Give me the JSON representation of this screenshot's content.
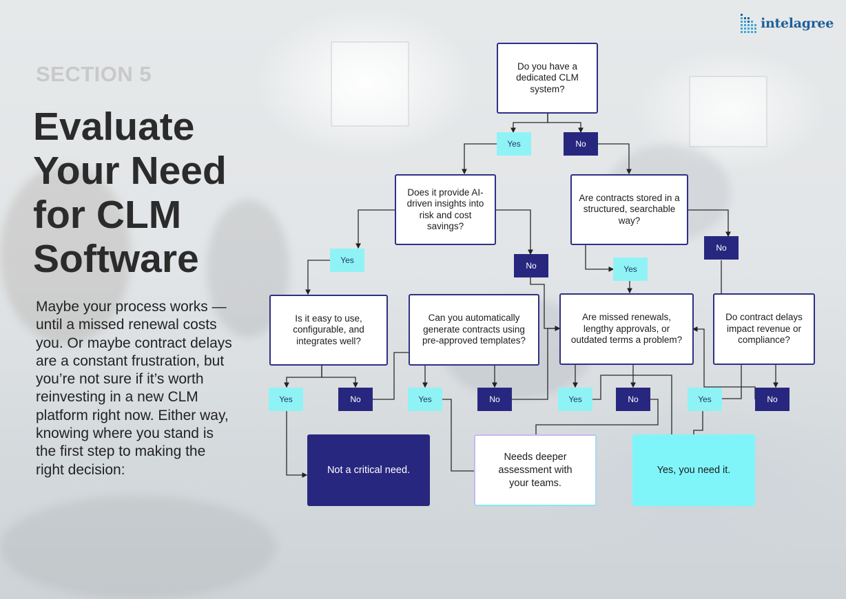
{
  "brand": {
    "logo_text": "intelagree",
    "logo_color": "#1f5f9a"
  },
  "section_label": "SECTION 5",
  "headline": "Evaluate Your Need for CLM Software",
  "intro": "Maybe your process works — until a missed renewal costs you. Or maybe contract delays are a constant frustration, but you’re not sure if it’s worth reinvesting in a new CLM platform right now. Either way, knowing where you stand is the first step to making the right decision:",
  "colors": {
    "navy": "#28277f",
    "cyan": "#8ff3f6",
    "border": "#2e2f84",
    "headline": "#2b2b2b"
  },
  "flowchart": {
    "questions": {
      "q1": "Do you have a dedicated CLM system?",
      "q2": "Does it provide AI-driven insights into risk and cost savings?",
      "q3": "Are contracts stored in a structured, searchable way?",
      "q4": "Is it easy to use, configurable, and integrates well?",
      "q5": "Can you automatically generate contracts using pre-approved templates?",
      "q6": "Are missed renewals, lengthy approvals, or outdated terms a problem?",
      "q7": "Do contract delays impact revenue or compliance?"
    },
    "answers": {
      "yes": "Yes",
      "no": "No"
    },
    "outcomes": {
      "not_critical": "Not a critical need.",
      "deeper": "Needs deeper assessment with your teams.",
      "need_it": "Yes, you need it."
    }
  }
}
